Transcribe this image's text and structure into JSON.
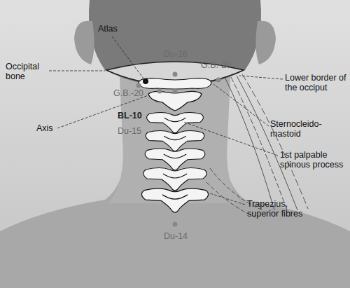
{
  "diagram": {
    "labels": [
      "Atlas",
      "Du-16",
      "G.B.-20",
      "Occipital bone",
      "Lower border of the occiput",
      "G.B.-20",
      "Axis",
      "BL-10",
      "Du-15",
      "Sternocleido- mastoid",
      "1st palpable spinous process",
      "Trapezius, superior fibres",
      "Du-14"
    ]
  }
}
